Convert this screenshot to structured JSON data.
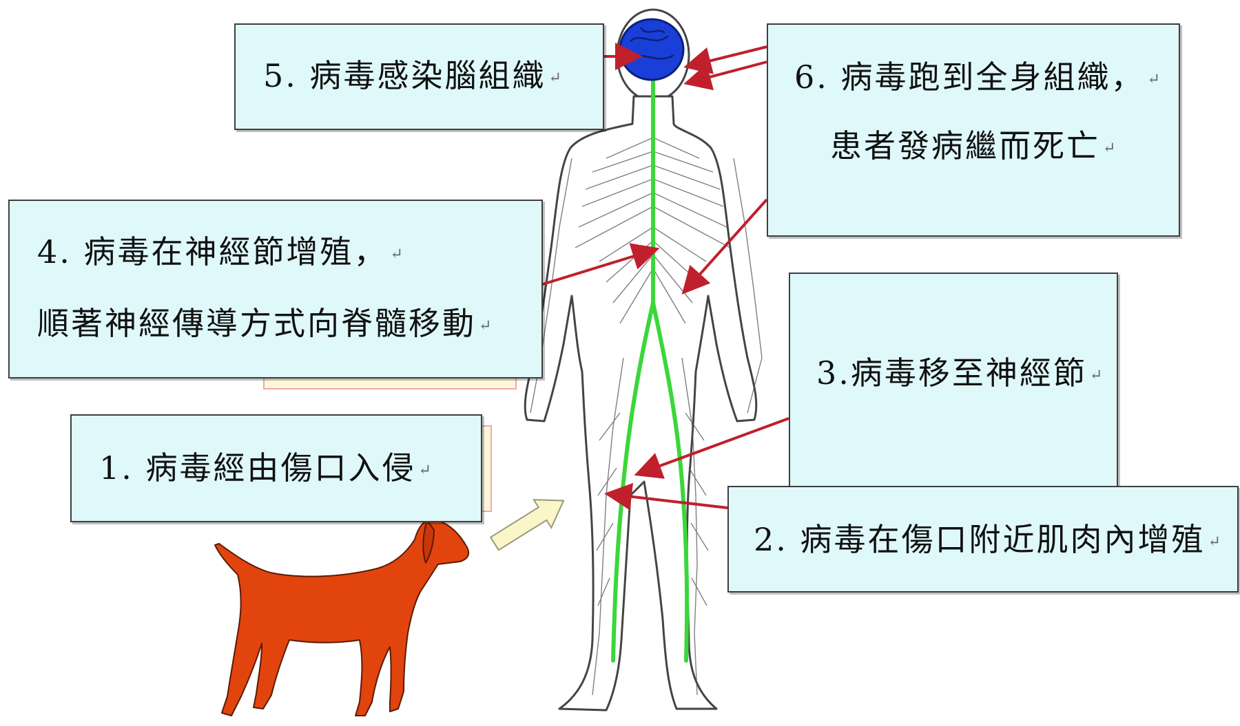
{
  "labels": {
    "step1": {
      "text": "1. 病毒經由傷口入侵",
      "mark": "↵"
    },
    "step2": {
      "text": "2. 病毒在傷口附近肌肉內增殖",
      "mark": "↵"
    },
    "step3": {
      "text": "3.病毒移至神經節",
      "mark": "↵"
    },
    "step4": {
      "line1": "4. 病毒在神經節增殖，",
      "line2": "順著神經傳導方式向脊髓移動",
      "mark": "↵"
    },
    "step5": {
      "text": "5. 病毒感染腦組織",
      "mark": "↵"
    },
    "step6": {
      "line1": "6. 病毒跑到全身組織，",
      "line2": "患者發病繼而死亡",
      "mark": "↵"
    }
  },
  "colors": {
    "box_fill": "#dff8fa",
    "arrow": "#c0202c",
    "spine": "#3bd63b",
    "brain": "#1a3fd8",
    "dog": "#e2440e",
    "entry_arrow": "#fbf6c8"
  },
  "icons": [
    "dog-icon",
    "human-nervous-system",
    "brain-icon",
    "spinal-cord",
    "entry-arrow-icon"
  ]
}
